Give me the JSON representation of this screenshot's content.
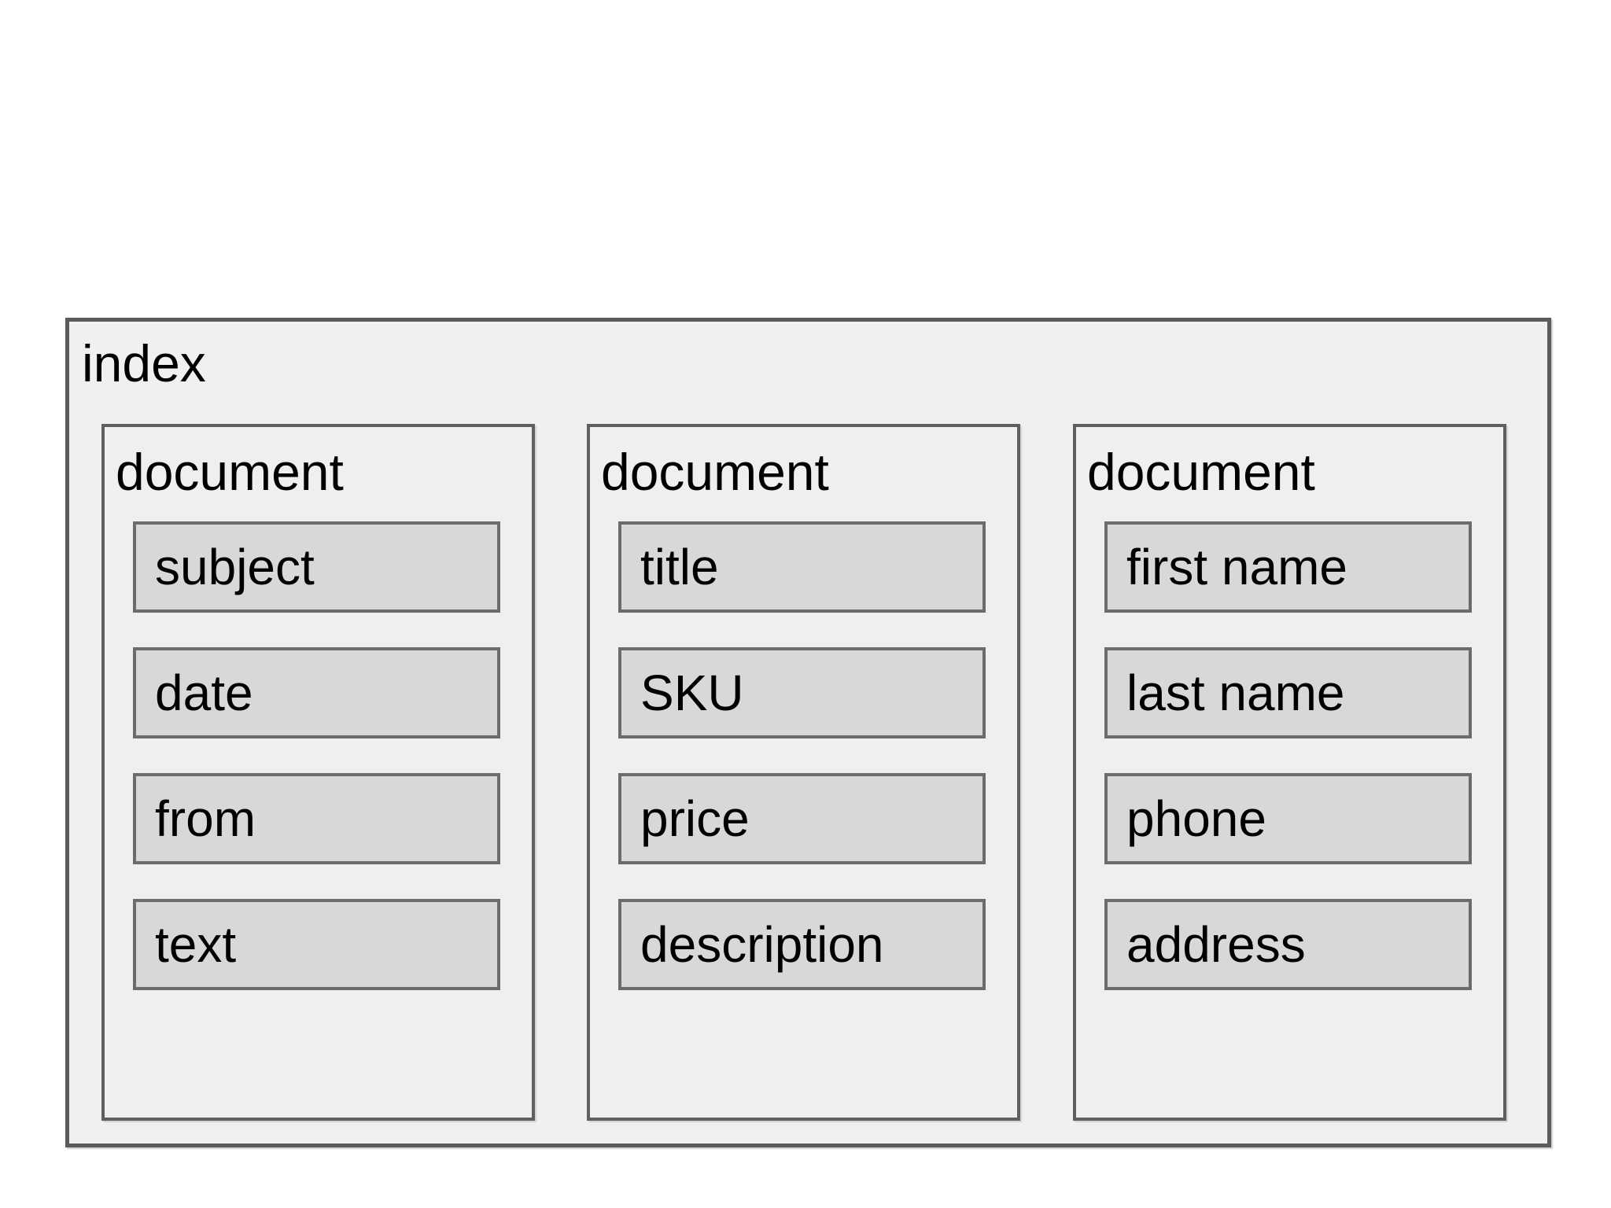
{
  "diagram": {
    "index_label": "index",
    "documents": [
      {
        "label": "document",
        "fields": [
          "subject",
          "date",
          "from",
          "text"
        ]
      },
      {
        "label": "document",
        "fields": [
          "title",
          "SKU",
          "price",
          "description"
        ]
      },
      {
        "label": "document",
        "fields": [
          "first name",
          "last name",
          "phone",
          "address"
        ]
      }
    ],
    "colors": {
      "background": "#ffffff",
      "container_fill": "#f0f0f0",
      "document_fill": "#efeff0",
      "field_fill": "#d8d8d8",
      "border": "#5b5b5b",
      "field_border": "#6b6b6b",
      "text": "#000000"
    }
  }
}
